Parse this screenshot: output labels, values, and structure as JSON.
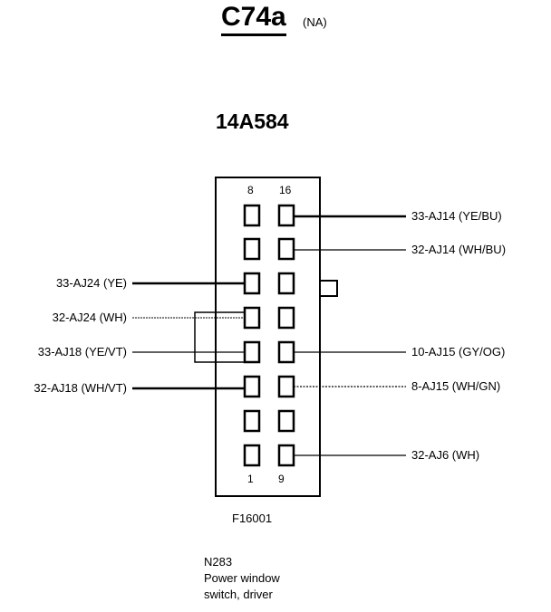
{
  "header": {
    "connector_id": "C74a",
    "market_code": "(NA)",
    "part_number": "14A584"
  },
  "connector": {
    "top_pin_labels": [
      "8",
      "16"
    ],
    "bottom_pin_labels": [
      "1",
      "9"
    ]
  },
  "wires": {
    "right": [
      {
        "label": "33-AJ14 (YE/BU)"
      },
      {
        "label": "32-AJ14 (WH/BU)"
      },
      {
        "label": "10-AJ15 (GY/OG)"
      },
      {
        "label": "8-AJ15 (WH/GN)"
      },
      {
        "label": "32-AJ6 (WH)"
      }
    ],
    "left": [
      {
        "label": "33-AJ24 (YE)"
      },
      {
        "label": "32-AJ24 (WH)"
      },
      {
        "label": "33-AJ18 (YE/VT)"
      },
      {
        "label": "32-AJ18 (WH/VT)"
      }
    ]
  },
  "figure_id": "F16001",
  "component": {
    "code": "N283",
    "description_line1": "Power window",
    "description_line2": "switch, driver"
  }
}
